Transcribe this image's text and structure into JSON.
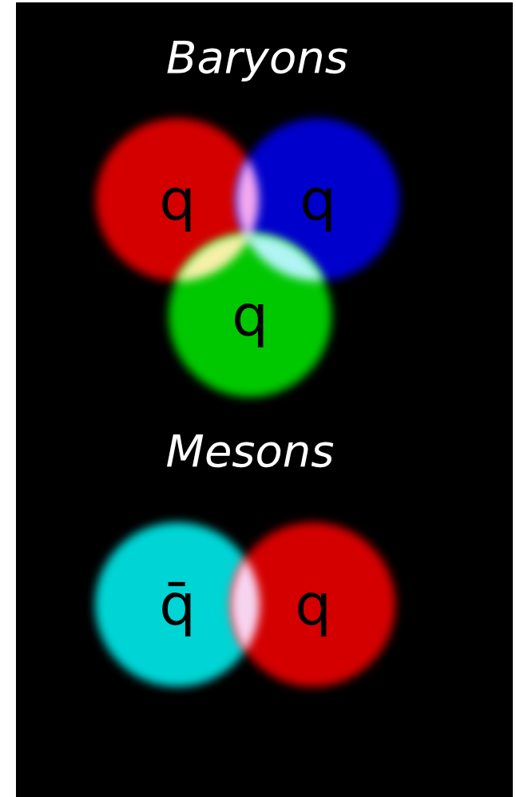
{
  "diagram": {
    "nodes": [
      {
        "text": [
          "q"
        ]
      },
      {
        "text": [
          "q"
        ]
      },
      {
        "text": [
          "q"
        ]
      },
      {
        "text": [
          "q̄"
        ]
      },
      {
        "text": [
          "q"
        ]
      }
    ],
    "labels": [
      "Baryons",
      "Mesons"
    ]
  }
}
